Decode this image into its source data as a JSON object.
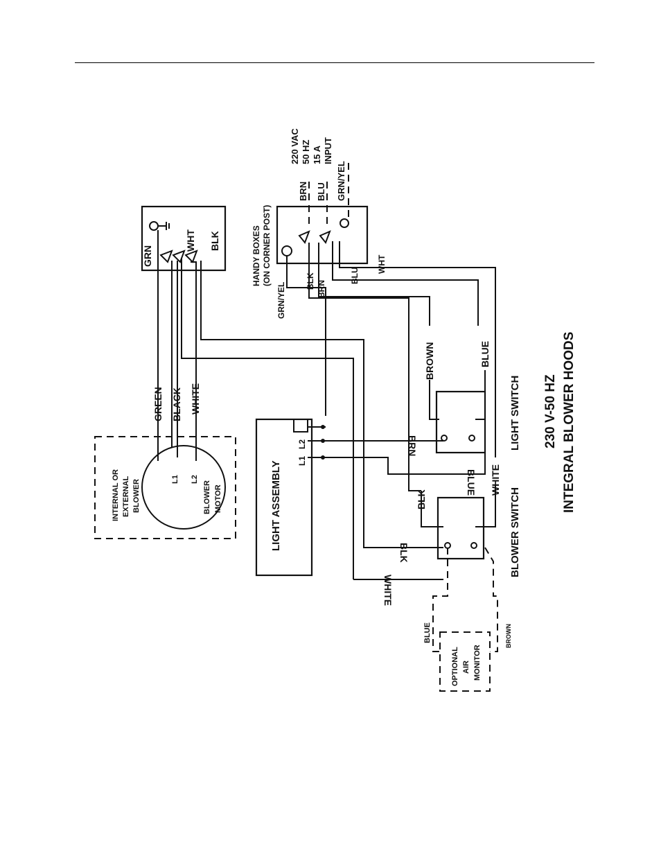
{
  "title": {
    "line1": "230 V-50 HZ",
    "line2": "INTEGRAL BLOWER HOODS"
  },
  "power_input": {
    "line1": "220 VAC",
    "line2": "50 HZ",
    "line3": "15 A",
    "line4": "INPUT"
  },
  "input_wires": {
    "brn": "BRN",
    "blu": "BLU",
    "grn_yel": "GRN/YEL"
  },
  "handy_boxes": {
    "line1": "HANDY BOXES",
    "line2": "(ON CORNER POST)",
    "grn_yel": "GRN/YEL",
    "blk": "BLK",
    "brn": "BRN",
    "blu": "BLU",
    "wht": "WHT"
  },
  "blower_box": {
    "grn": "GRN",
    "wht": "WHT",
    "blk": "BLK"
  },
  "blower_leads": {
    "green": "GREEN",
    "black": "BLACK",
    "white": "WHITE"
  },
  "blower": {
    "line1": "INTERNAL OR",
    "line2": "EXTERNAL",
    "line3": "BLOWER",
    "l1": "L1",
    "l2": "L2",
    "motor1": "BLOWER",
    "motor2": "MOTOR"
  },
  "light_assembly": {
    "label": "LIGHT ASSEMBLY",
    "l1": "L1",
    "l2": "L2"
  },
  "light_switch": {
    "label": "LIGHT SWITCH",
    "brown": "BROWN",
    "blue": "BLUE",
    "brn": "BRN",
    "blue_out": "BLUE"
  },
  "blower_switch": {
    "label": "BLOWER SWITCH",
    "blk": "BLK",
    "white": "WHITE",
    "blk_out": "BLK",
    "white_out": "WHITE"
  },
  "air_monitor": {
    "line1": "OPTIONAL",
    "line2": "AIR",
    "line3": "MONITOR",
    "blue": "BLUE",
    "brown": "BROWN"
  }
}
